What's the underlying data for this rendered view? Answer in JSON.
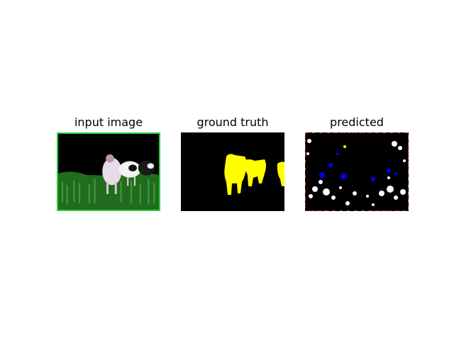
{
  "panels": [
    {
      "title": "input image"
    },
    {
      "title": "ground truth"
    },
    {
      "title": "predicted"
    }
  ],
  "colors": {
    "background": "#ffffff",
    "panel_background": "#000000",
    "input_border": "#2ecc40",
    "ground_truth_mask": "#ffff00",
    "prediction_white": "#ffffff",
    "prediction_blue": "#0000ff",
    "grass": "#2f8a2a"
  }
}
